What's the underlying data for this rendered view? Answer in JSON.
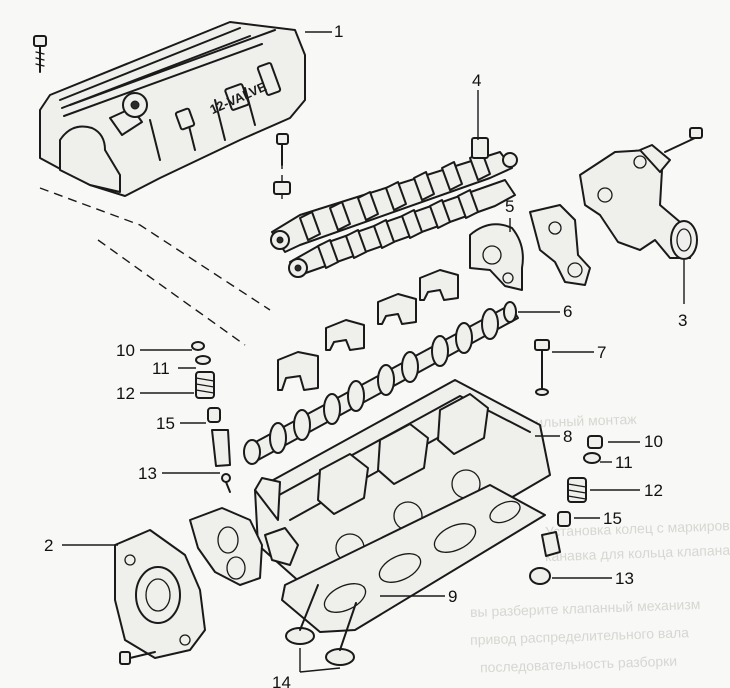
{
  "diagram": {
    "cover_text": "12-VALVE",
    "callouts": [
      "1",
      "2",
      "3",
      "4",
      "5",
      "6",
      "7",
      "8",
      "9",
      "10",
      "11",
      "12",
      "13",
      "14",
      "15"
    ],
    "background_text": [
      "Ha pHc. показан правильный монтаж",
      "Установка колец с маркировкой",
      "канавка для кольца клапана",
      "вы разберите клапанный механизм",
      "привод распределительного вала",
      "последовательность разборки"
    ]
  }
}
